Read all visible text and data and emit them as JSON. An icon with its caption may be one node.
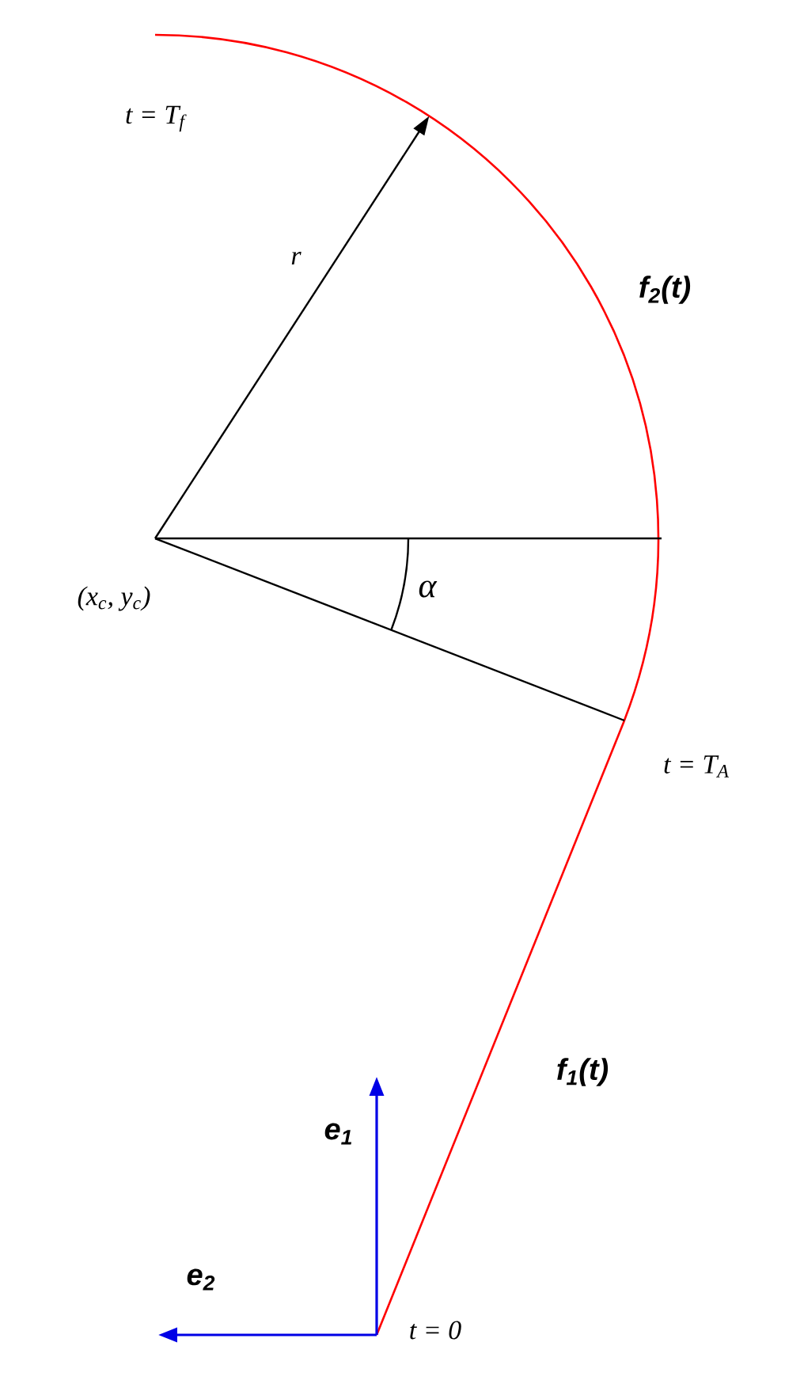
{
  "diagram": {
    "labels": [
      "t = T$_{f}$",
      "r",
      "f$_{2}$(t)",
      "(x$_{c}$, y$_{c}$)",
      "α",
      "t = T$_{A}$",
      "f$_{1}$(t)",
      "e$_{1}$",
      "e$_{2}$",
      "t = 0"
    ]
  }
}
